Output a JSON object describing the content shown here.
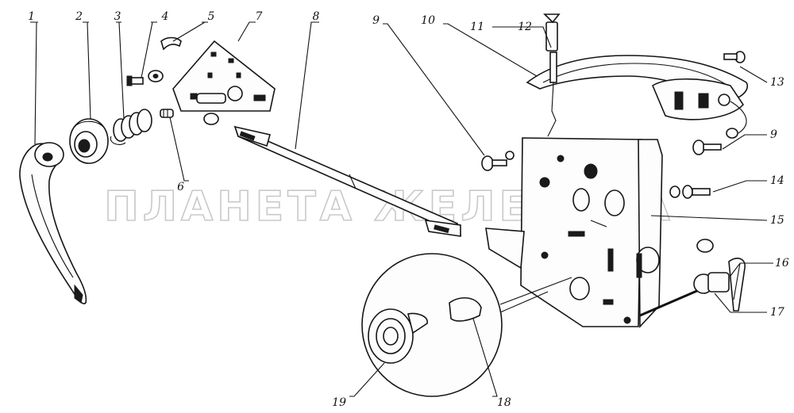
{
  "watermark": "ПЛАНЕТА ЖЕЛЕЗЯКА",
  "callouts": [
    "1",
    "2",
    "3",
    "4",
    "5",
    "6",
    "7",
    "8",
    "9",
    "10",
    "11",
    "12",
    "13",
    "9",
    "14",
    "15",
    "16",
    "17",
    "18",
    "19"
  ]
}
